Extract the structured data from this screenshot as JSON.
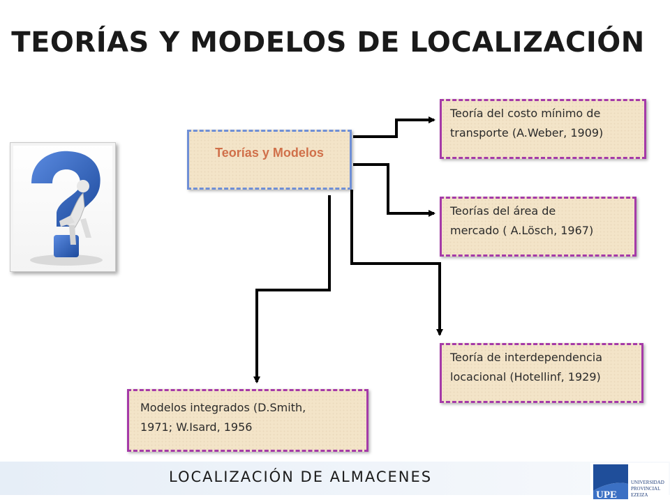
{
  "title": "TEORÍAS Y MODELOS DE LOCALIZACIÓN",
  "main_box": "Teorías y Modelos",
  "theories": [
    {
      "line1": "Teoría del costo mínimo de",
      "line2": "transporte (A.Weber, 1909)"
    },
    {
      "line1": "Teorías del área de",
      "line2": "mercado ( A.Lösch, 1967)"
    },
    {
      "line1": "Teoría de interdependencia",
      "line2": "locacional (Hotellinf, 1929)"
    },
    {
      "line1": "Modelos integrados (D.Smith,",
      "line2": "1971; W.Isard, 1956"
    }
  ],
  "footer": "LOCALIZACIÓN DE ALMACENES",
  "logo": {
    "mark": "UPE",
    "name_lines": [
      "UNIVERSIDAD",
      "PROVINCIAL",
      "EZEIZA"
    ]
  },
  "colors": {
    "main_border": "#6f8fd6",
    "main_text": "#d0704a",
    "theory_border": "#a53aa8",
    "box_fill": "#f3e4c8",
    "question_mark": "#2f5fb5",
    "arrow": "#000000"
  }
}
